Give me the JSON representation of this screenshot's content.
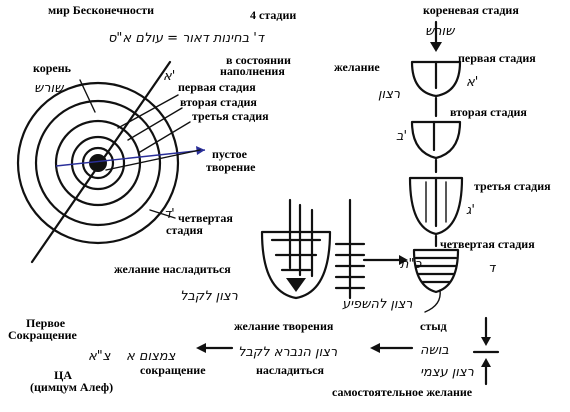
{
  "labels": {
    "world_infinity": "мир Бесконечности",
    "four_stages": "4 стадии",
    "in_state": "в состоянии",
    "of_filling": "наполнения",
    "root": "корень",
    "first_stage": "первая стадия",
    "second_stage": "вторая стадия",
    "third_stage": "третья стадия",
    "empty": "пустое",
    "creation": "творение",
    "fourth_stage_line1": "четвертая",
    "fourth_stage_line2": "стадия",
    "root_stage_right": "кореневая стадия",
    "desire": "желание",
    "first_stage_right": "первая стадия",
    "second_stage_right": "вторая стадия",
    "third_stage_right": "третья стадия",
    "fourth_stage_right": "четвертая стадия",
    "desire_to_enjoy": "желание насладиться",
    "first_restriction_1": "Первое",
    "first_restriction_2": "Сокращение",
    "tsa": "ЦА",
    "tsimtsum_alef": "(цимцум Алеф)",
    "restriction": "сокращение",
    "desire_of_creation": "желание творения",
    "to_enjoy": "насладиться",
    "shame": "стыд",
    "independent_desire": "самостоятельное желание"
  },
  "handwriting": {
    "top_formula": "ד' בחינות דאור = עולם א\"ס",
    "root_hebrew": "שורש",
    "root_right_hebrew": "שורש",
    "ratzon": "רצון",
    "alef_mark": "א'",
    "bet_mark": "ב'",
    "gimel_mark": "ג'",
    "dalet_mark": "ד",
    "ratzon_lekabel": "רצון לקבל",
    "ratzon_lehashpia": "רצון להשפיע",
    "ratzon_kabala_lekabel": "רצון הנברא לקבל",
    "tsimtsum_a": "צמצום א",
    "tsa_mark": "צ\"א",
    "busha": "בושה",
    "ratzon_atzmi": "רצון עצמי",
    "kt_mark": "כ\"ת",
    "dalet_small": "ד'"
  }
}
